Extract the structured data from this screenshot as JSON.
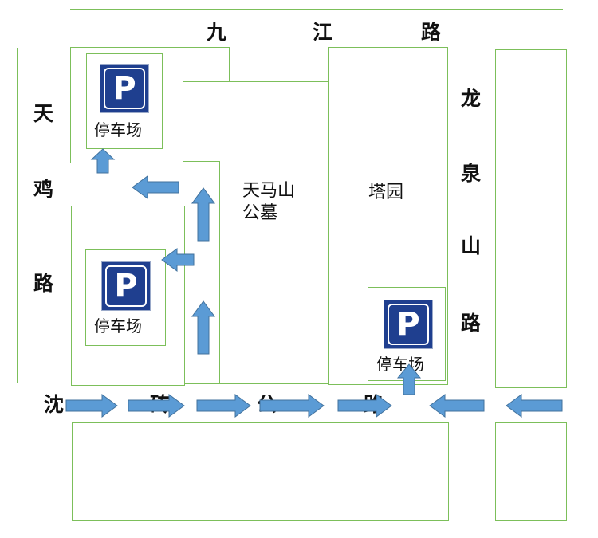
{
  "roads": {
    "jiujiang": [
      "九",
      "江",
      "路"
    ],
    "tianji": [
      "天",
      "鸡",
      "路"
    ],
    "longquanshan": [
      "龙",
      "泉",
      "山",
      "路"
    ],
    "shenzhuan": [
      "沈",
      "砖",
      "公",
      "路"
    ]
  },
  "places": {
    "cemetery_line1": "天马山",
    "cemetery_line2": "公墓",
    "tayuan": "塔园"
  },
  "parking": {
    "icon_letter": "P",
    "label": "停车场"
  },
  "colors": {
    "block_border": "#7cbf5a",
    "arrow_fill": "#5b9bd5",
    "arrow_stroke": "#41719c",
    "parking_icon_bg": "#1f3f8f"
  }
}
